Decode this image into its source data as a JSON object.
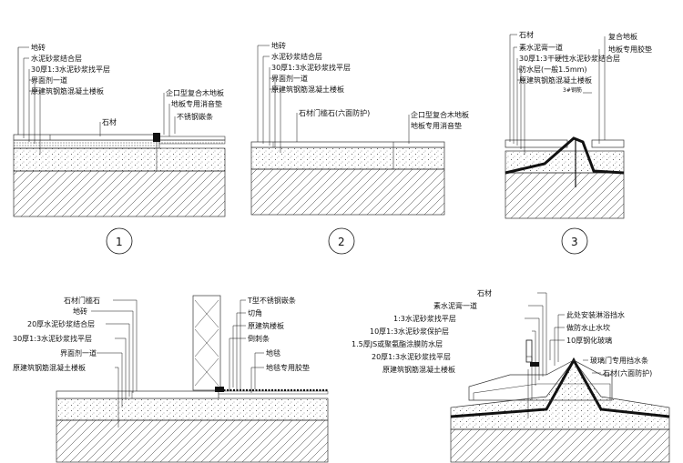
{
  "details": [
    {
      "number": "1",
      "left_labels": [
        "地砖",
        "水泥砂浆结合层",
        "30厚1:3水泥砂浆找平层",
        "界面剂一道",
        "原建筑钢筋混凝土楼板"
      ],
      "right_labels": [
        "企口型复合木地板",
        "地板专用消音垫",
        "不锈钢嵌条"
      ],
      "mid_label": "石材"
    },
    {
      "number": "2",
      "left_labels": [
        "地砖",
        "水泥砂浆结合层",
        "30厚1:3水泥砂浆找平层",
        "界面剂一道",
        "原建筑钢筋混凝土楼板"
      ],
      "mid_label": "石材门槛石(六面防护)",
      "right_labels": [
        "企口型复合木地板",
        "地板专用消音垫"
      ]
    },
    {
      "number": "3",
      "left_labels": [
        "石材",
        "素水泥膏一道",
        "30厚1:3干硬性水泥砂浆结合层",
        "防水层(一般1.5mm)",
        "原建筑钢筋混凝土楼板"
      ],
      "right_labels": [
        "复合地板",
        "地板专用胶垫"
      ],
      "small_label": "3#钢筋"
    },
    {
      "left_labels": [
        "石材门槛石",
        "地砖",
        "20厚水泥砂浆结合层",
        "30厚1:3水泥砂浆找平层",
        "界面剂一道",
        "原建筑钢筋混凝土楼板"
      ],
      "right_labels": [
        "T型不锈钢嵌条",
        "切角",
        "原建筑楼板",
        "倒刺条",
        "地毯",
        "地毯专用胶垫"
      ]
    },
    {
      "left_labels": [
        "石材",
        "素水泥膏一道",
        "1:3水泥砂浆找平层",
        "10厚1:3水泥砂浆保护层",
        "1.5厚JS或聚氨酯涂膜防水层",
        "20厚1:3水泥砂浆找平层",
        "原建筑钢筋混凝土楼板"
      ],
      "right_labels": [
        "此处安装淋浴挡水",
        "做防水止水坎",
        "10厚钢化玻璃",
        "玻璃门专用挡水条",
        "石材(六面防护)"
      ]
    }
  ]
}
